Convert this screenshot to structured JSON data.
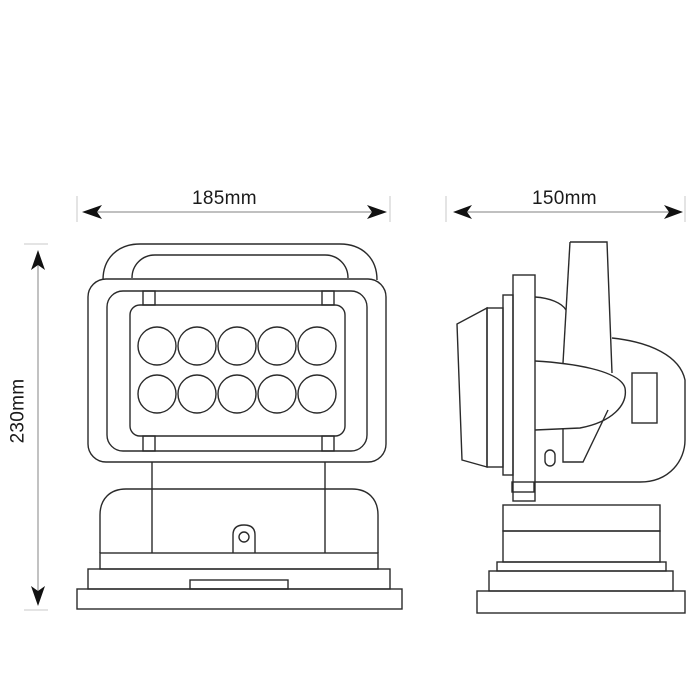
{
  "drawing": {
    "title": "Searchlight dimension drawing",
    "views": [
      "front-view",
      "side-view"
    ],
    "colors": {
      "line": "#2a2a2a",
      "dimension_line": "#9a9a9a",
      "arrow": "#111111",
      "background": "#ffffff"
    }
  },
  "dimensions": {
    "front_width": "185mm",
    "side_width": "150mm",
    "overall_height": "230mm"
  },
  "front_view": {
    "led_rows": 2,
    "leds_per_row": 5,
    "led_count": 10
  }
}
